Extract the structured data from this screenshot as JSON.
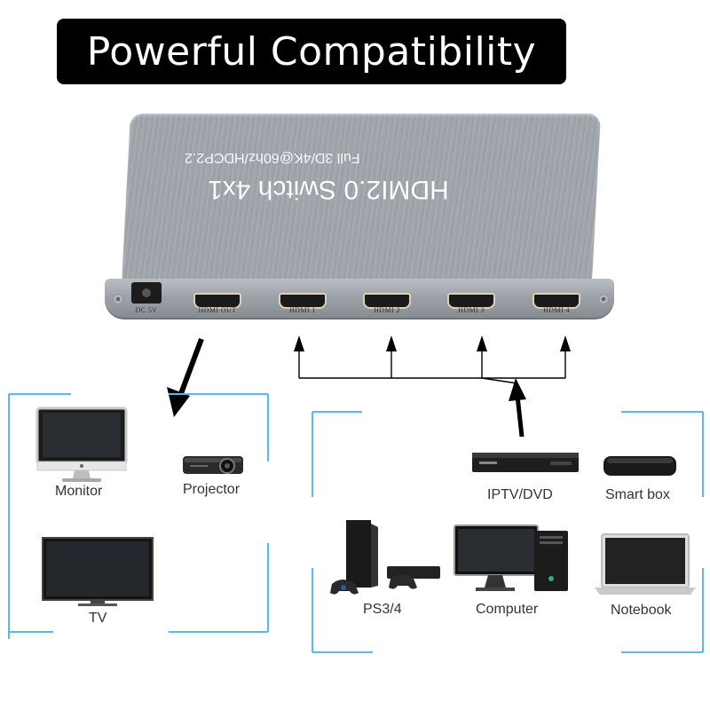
{
  "header": {
    "title": "Powerful Compatibility"
  },
  "device": {
    "title": "HDMI2.0 Switch 4x1",
    "subtitle": "Full 3D/4K@60hz/HDCP2.2",
    "ports": [
      {
        "label": "DC 5V"
      },
      {
        "label": "HDMI OUT"
      },
      {
        "label": "HDMI 1"
      },
      {
        "label": "HDMI 2"
      },
      {
        "label": "HDMI 3"
      },
      {
        "label": "HDMI 4"
      }
    ]
  },
  "outputs": [
    {
      "label": "Monitor",
      "icon": "monitor-icon"
    },
    {
      "label": "Projector",
      "icon": "projector-icon"
    },
    {
      "label": "TV",
      "icon": "tv-icon"
    }
  ],
  "inputs": [
    {
      "label": "IPTV/DVD",
      "icon": "dvd-player-icon"
    },
    {
      "label": "Smart box",
      "icon": "smart-box-icon"
    },
    {
      "label": "PS3/4",
      "icon": "game-console-icon"
    },
    {
      "label": "Computer",
      "icon": "desktop-computer-icon"
    },
    {
      "label": "Notebook",
      "icon": "laptop-icon"
    }
  ],
  "colors": {
    "accent": "#5bb8e8",
    "banner": "#000000",
    "device": "#9ea3a9"
  }
}
